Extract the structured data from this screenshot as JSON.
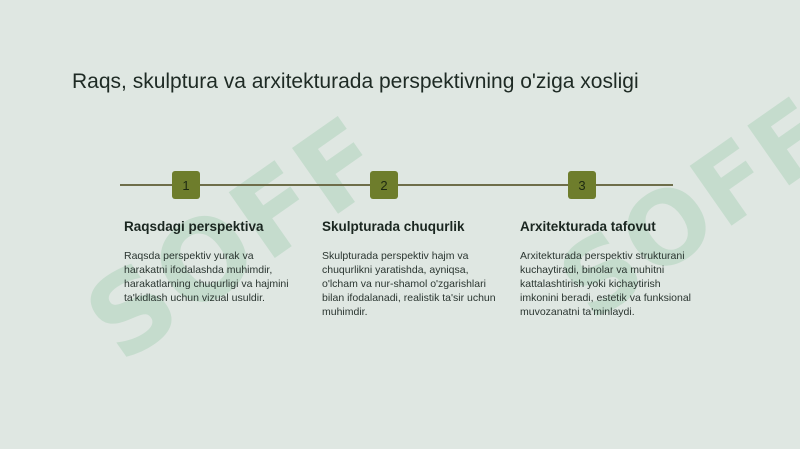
{
  "title": "Raqs, skulptura va arxitekturada perspektivning o'ziga xosligi",
  "watermark": "SOFF",
  "colors": {
    "background": "#dfe7e2",
    "marker": "#6e7d2c",
    "line": "#6e6e4a"
  },
  "steps": [
    {
      "number": "1",
      "title": "Raqsdagi perspektiva",
      "text": "Raqsda perspektiv yurak va harakatni ifodalashda muhimdir, harakatlarning chuqurligi va hajmini ta'kidlash uchun vizual usuldir."
    },
    {
      "number": "2",
      "title": "Skulpturada chuqurlik",
      "text": "Skulpturada perspektiv hajm va chuqurlikni yaratishda, ayniqsa, o'lcham va nur-shamol o'zgarishlari bilan ifodalanadi, realistik ta'sir uchun muhimdir."
    },
    {
      "number": "3",
      "title": "Arxitekturada tafovut",
      "text": "Arxitekturada perspektiv strukturani kuchaytiradi, binolar va muhitni kattalashtirish yoki kichaytirish imkonini beradi, estetik va funksional muvozanatni ta'minlaydi."
    }
  ]
}
